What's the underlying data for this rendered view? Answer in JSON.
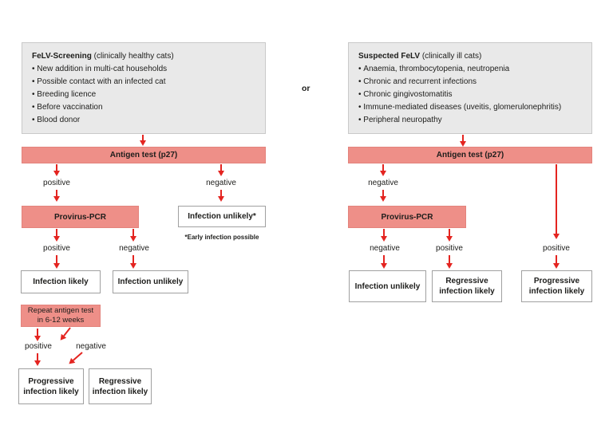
{
  "shared": {
    "positive": "positive",
    "negative": "negative",
    "antigen_test": "Antigen test (p27)",
    "provirus_pcr": "Provirus-PCR",
    "or": "or"
  },
  "left_flow": {
    "header": {
      "title_bold": "FeLV-Screening",
      "title_rest": "(clinically healthy cats)",
      "bullets": [
        "New addition in multi-cat households",
        "Possible contact with an infected cat",
        "Breeding licence",
        "Before vaccination",
        "Blood donor"
      ]
    },
    "infection_unlikely_star": "Infection unlikely*",
    "footnote": "*Early infection possible",
    "infection_likely": "Infection likely",
    "infection_unlikely": "Infection unlikely",
    "repeat_test": {
      "line1": "Repeat antigen test",
      "line2": "in 6-12 weeks"
    },
    "progressive": {
      "line1": "Progressive",
      "line2": "infection likely"
    },
    "regressive": {
      "line1": "Regressive",
      "line2": "infection likely"
    }
  },
  "right_flow": {
    "header": {
      "title_bold": "Suspected FeLV",
      "title_rest": "(clinically ill cats)",
      "bullets": [
        "Anaemia, thrombocytopenia, neutropenia",
        "Chronic and recurrent infections",
        "Chronic gingivostomatitis",
        "Immune-mediated diseases (uveitis, glomerulonephritis)",
        "Peripheral neuropathy"
      ]
    },
    "infection_unlikely": "Infection unlikely",
    "regressive": {
      "line1": "Regressive",
      "line2": "infection likely"
    },
    "progressive": {
      "line1": "Progressive",
      "line2": "infection likely"
    }
  },
  "colors": {
    "salmon_fill": "#ee8f88",
    "salmon_border": "#e3837c",
    "arrow_red": "#e42420",
    "panel_fill": "#e9e9e9",
    "panel_border": "#c9c9c9",
    "result_border": "#a0a0a0",
    "text": "#1d1d1b",
    "background": "#ffffff"
  }
}
